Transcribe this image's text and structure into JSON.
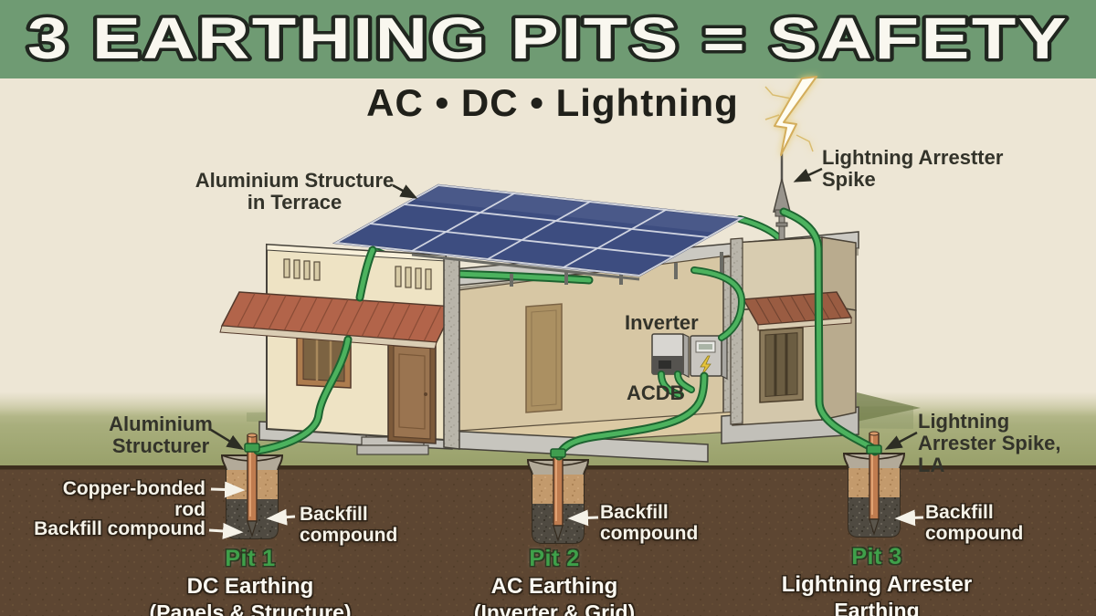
{
  "banner": {
    "title": "3 EARTHING PITS = SAFETY",
    "subtitle": "AC • DC • Lightning"
  },
  "callouts": {
    "structure_top": {
      "line1": "Aluminium Structure",
      "line2": "in Terrace"
    },
    "arrester_top": {
      "line1": "Lightning Arrestter",
      "line2": "Spike"
    },
    "inverter": "Inverter",
    "acdb": "ACDB",
    "structurer": {
      "line1": "Aluminium",
      "line2": "Structurer"
    },
    "copper_rod": "Copper-bonded rod",
    "backfill_p1_left": "Backfill compound",
    "backfill_p1_right": {
      "line1": "Backfill",
      "line2": "compound"
    },
    "backfill_p2": {
      "line1": "Backfill",
      "line2": "compound"
    },
    "backfill_p3": {
      "line1": "Backfill",
      "line2": "compound"
    },
    "arrester_bottom": {
      "line1": "Lightning",
      "line2": "Arrester Spike, LA"
    }
  },
  "pits": [
    {
      "id": "Pit 1",
      "title": "DC Earthing",
      "subtitle": "(Panels & Structure)"
    },
    {
      "id": "Pit 2",
      "title": "AC Earthing",
      "subtitle": "(Inverter & Grid)"
    },
    {
      "id": "Pit 3",
      "title": "Lightning Arrester",
      "subtitle": "Earthing"
    }
  ],
  "colors": {
    "banner_green": "#6f9b73",
    "background_beige": "#ede6d5",
    "soil_brown": "#5d4632",
    "grass_olive": "#a8ae7c",
    "wire_green": "#4cb25e",
    "pit_label_green": "#3fa04a",
    "panel_blue": "#3d4d80",
    "copper_rod": "#c07c4f",
    "awning_red": "#b2644a"
  }
}
